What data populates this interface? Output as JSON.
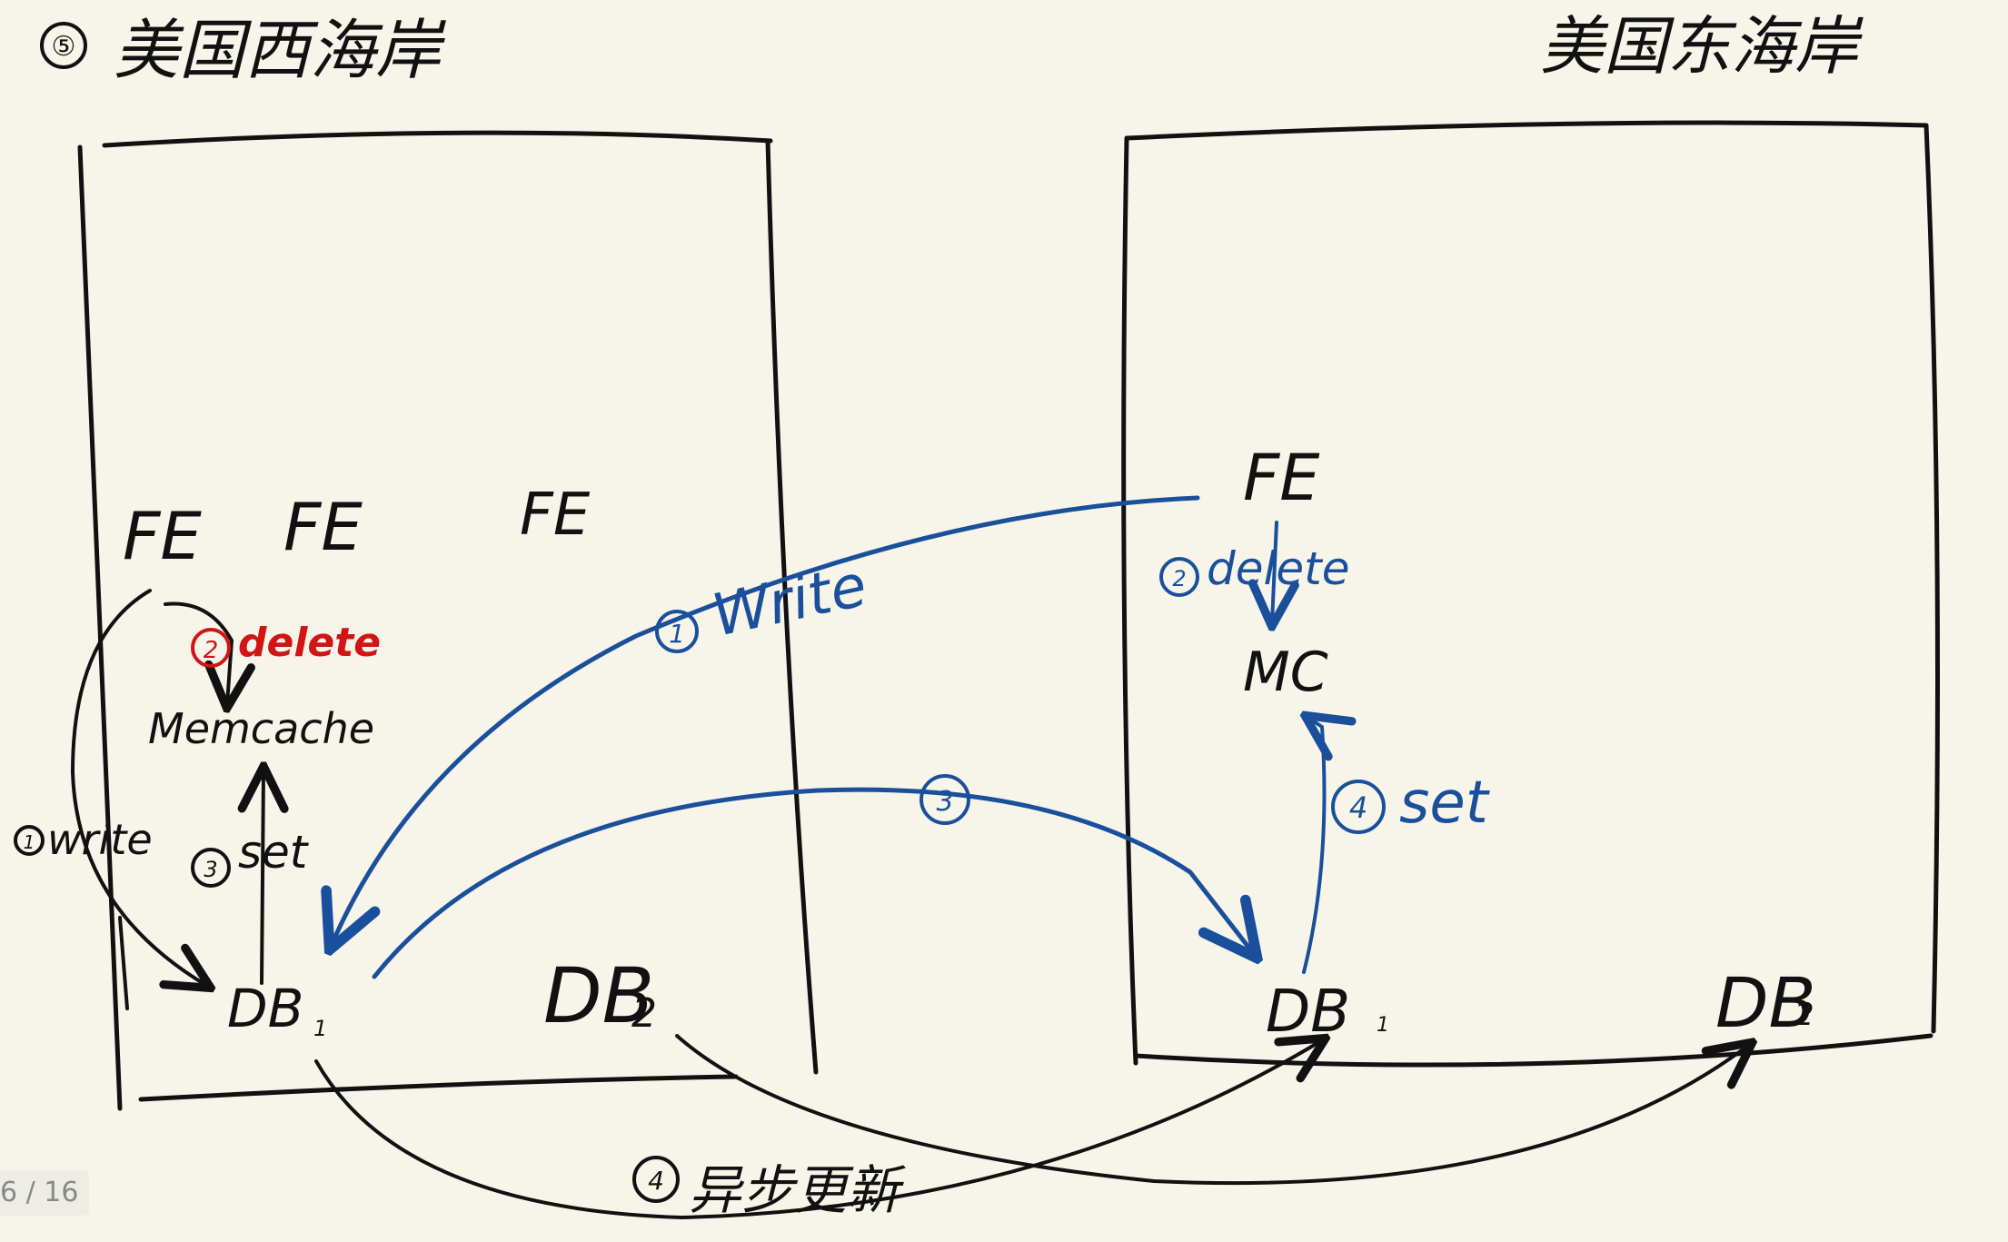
{
  "west_coast": {
    "step_label": "⑤",
    "title": "美国西海岸",
    "fe_labels": [
      "FE",
      "FE",
      "FE"
    ],
    "memcache_label": "Memcache",
    "db1_label": "DB",
    "db1_sub": "1",
    "db2_label": "DB",
    "db2_sub": "2",
    "step_delete_num": "2",
    "step_delete_text": "delete",
    "step_write_num": "1",
    "step_write_text": "write",
    "step_set_num": "3",
    "step_set_text": "set"
  },
  "east_coast": {
    "title": "美国东海岸",
    "fe_label": "FE",
    "mc_label": "MC",
    "db1_label": "DB",
    "db1_sub": "1",
    "db2_label": "DB",
    "db2_sub": "2",
    "step_delete_num": "2",
    "step_delete_text": "delete",
    "step_set_num": "4",
    "step_set_text": "set"
  },
  "cross_region": {
    "write_num": "1",
    "write_text": "Write",
    "replicate_num": "3",
    "async_num": "4",
    "async_text": "异步更新"
  },
  "viewer": {
    "page_indicator": "6 / 16"
  },
  "colors": {
    "background": "#f7f5ea",
    "ink_black": "#111111",
    "ink_blue": "#1a4f9c",
    "ink_red": "#d11515"
  }
}
